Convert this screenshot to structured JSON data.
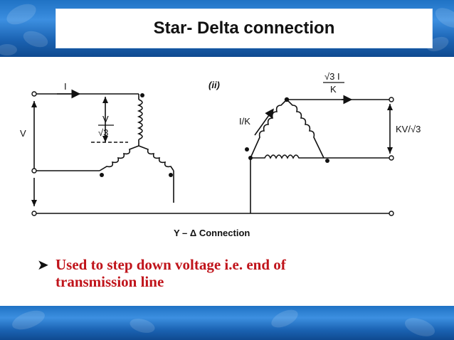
{
  "title": "Star- Delta connection",
  "colors": {
    "band": "#2a7fd4",
    "bullet_text": "#c0141b",
    "wire": "#111111"
  },
  "diagram": {
    "label_ii": "(ii)",
    "primary": {
      "current": "I",
      "voltage": "V",
      "phase_num": "V",
      "phase_den": "√3"
    },
    "secondary": {
      "phase_current": "I/K",
      "line_num": "√3 I",
      "line_den": "K",
      "line_voltage": "KV/√3"
    },
    "caption": "Y – Δ Connection"
  },
  "bullet": {
    "icon": "arrowhead-bullet-icon",
    "text": "Used to step down voltage i.e. end of transmission line"
  }
}
